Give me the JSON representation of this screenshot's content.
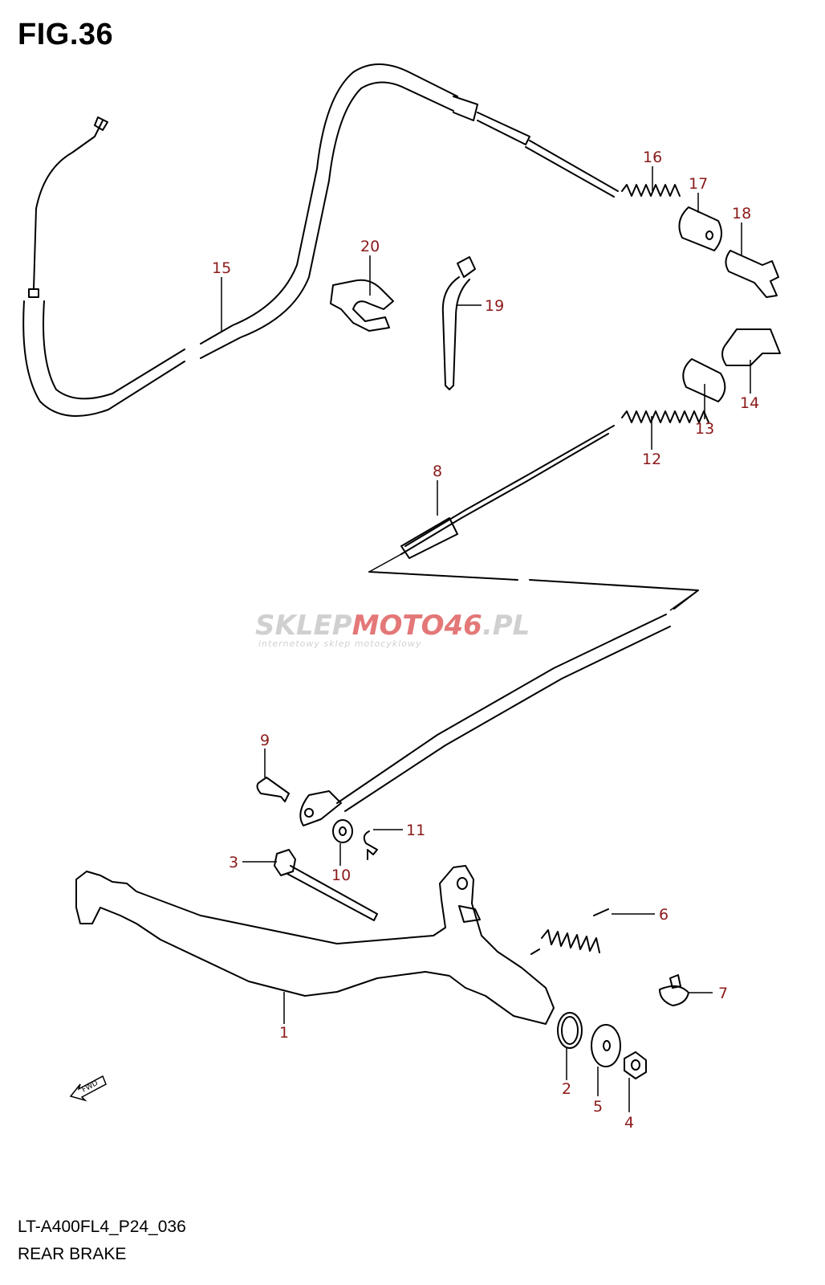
{
  "figure": {
    "title": "FIG.36"
  },
  "footer": {
    "code": "LT-A400FL4_P24_036",
    "name": "REAR BRAKE"
  },
  "watermark": {
    "brand_a": "SKLEP",
    "brand_b": "MOTO",
    "brand_c": "46",
    "brand_d": ".PL",
    "tagline": "internetowy sklep motocyklowy"
  },
  "fwd_label": "FWD",
  "callouts": {
    "c1": "1",
    "c2": "2",
    "c3": "3",
    "c4": "4",
    "c5": "5",
    "c6": "6",
    "c7": "7",
    "c8": "8",
    "c9": "9",
    "c10": "10",
    "c11": "11",
    "c12": "12",
    "c13": "13",
    "c14": "14",
    "c15": "15",
    "c16": "16",
    "c17": "17",
    "c18": "18",
    "c19": "19",
    "c20": "20"
  },
  "colors": {
    "callout": "#8b1a1a",
    "line": "#000000",
    "watermark_gray": "#c8c8c8",
    "watermark_red": "#e06060"
  }
}
